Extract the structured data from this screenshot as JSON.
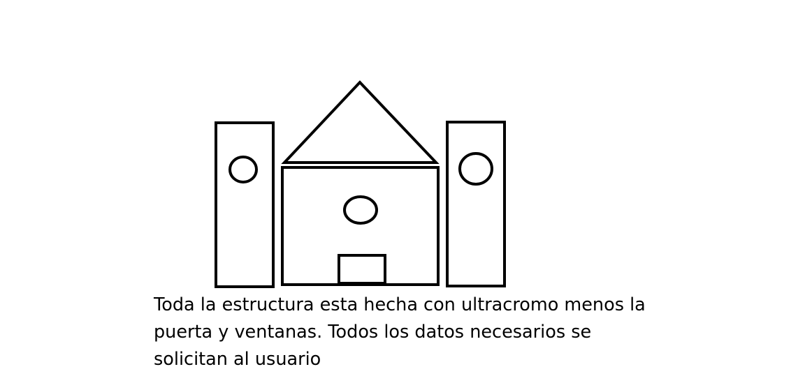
{
  "caption": {
    "lines": [
      "Toda la estructura esta hecha con ultracromo menos la",
      "puerta y ventanas. Todos los datos necesarios se",
      "solicitan al usuario"
    ]
  },
  "colors": {
    "stroke": "#000000",
    "background": "#ffffff"
  }
}
